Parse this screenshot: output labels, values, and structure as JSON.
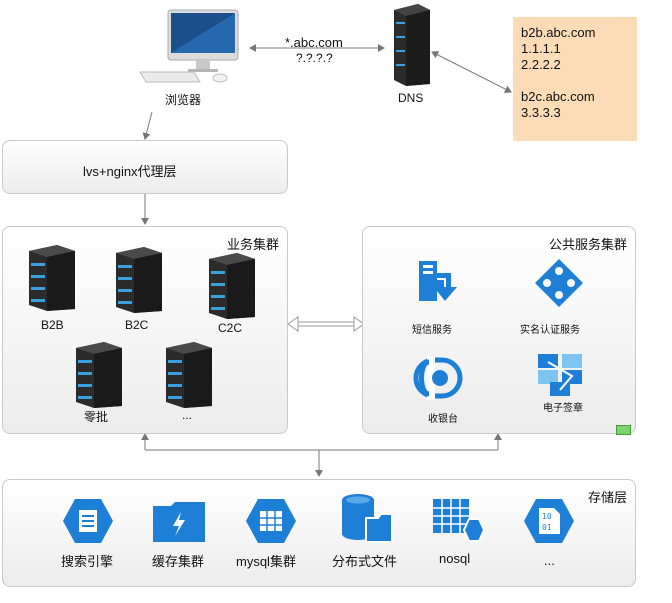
{
  "top": {
    "browser_label": "浏览器",
    "dns_label": "DNS",
    "request_domain": "*.abc.com",
    "request_ip": "?.?.?.?",
    "dns_records": {
      "b2b_domain": "b2b.abc.com",
      "b2b_ip1": "1.1.1.1",
      "b2b_ip2": "2.2.2.2",
      "b2c_domain": "b2c.abc.com",
      "b2c_ip": "3.3.3.3"
    }
  },
  "proxy_layer": {
    "label": "lvs+nginx代理层"
  },
  "business_cluster": {
    "title": "业务集群",
    "servers": [
      "B2B",
      "B2C",
      "C2C",
      "零批",
      "..."
    ]
  },
  "public_services": {
    "title": "公共服务集群",
    "services": [
      "短信服务",
      "实名认证服务",
      "收银台",
      "电子签章"
    ]
  },
  "storage_layer": {
    "title": "存储层",
    "items": [
      "搜索引擎",
      "缓存集群",
      "mysql集群",
      "分布式文件",
      "nosql",
      "..."
    ]
  },
  "colors": {
    "azure_blue": "#1e7fd6",
    "note_bg": "#fbdcb7",
    "server_dark": "#2b2b2b",
    "server_led": "#3aa0e0"
  }
}
